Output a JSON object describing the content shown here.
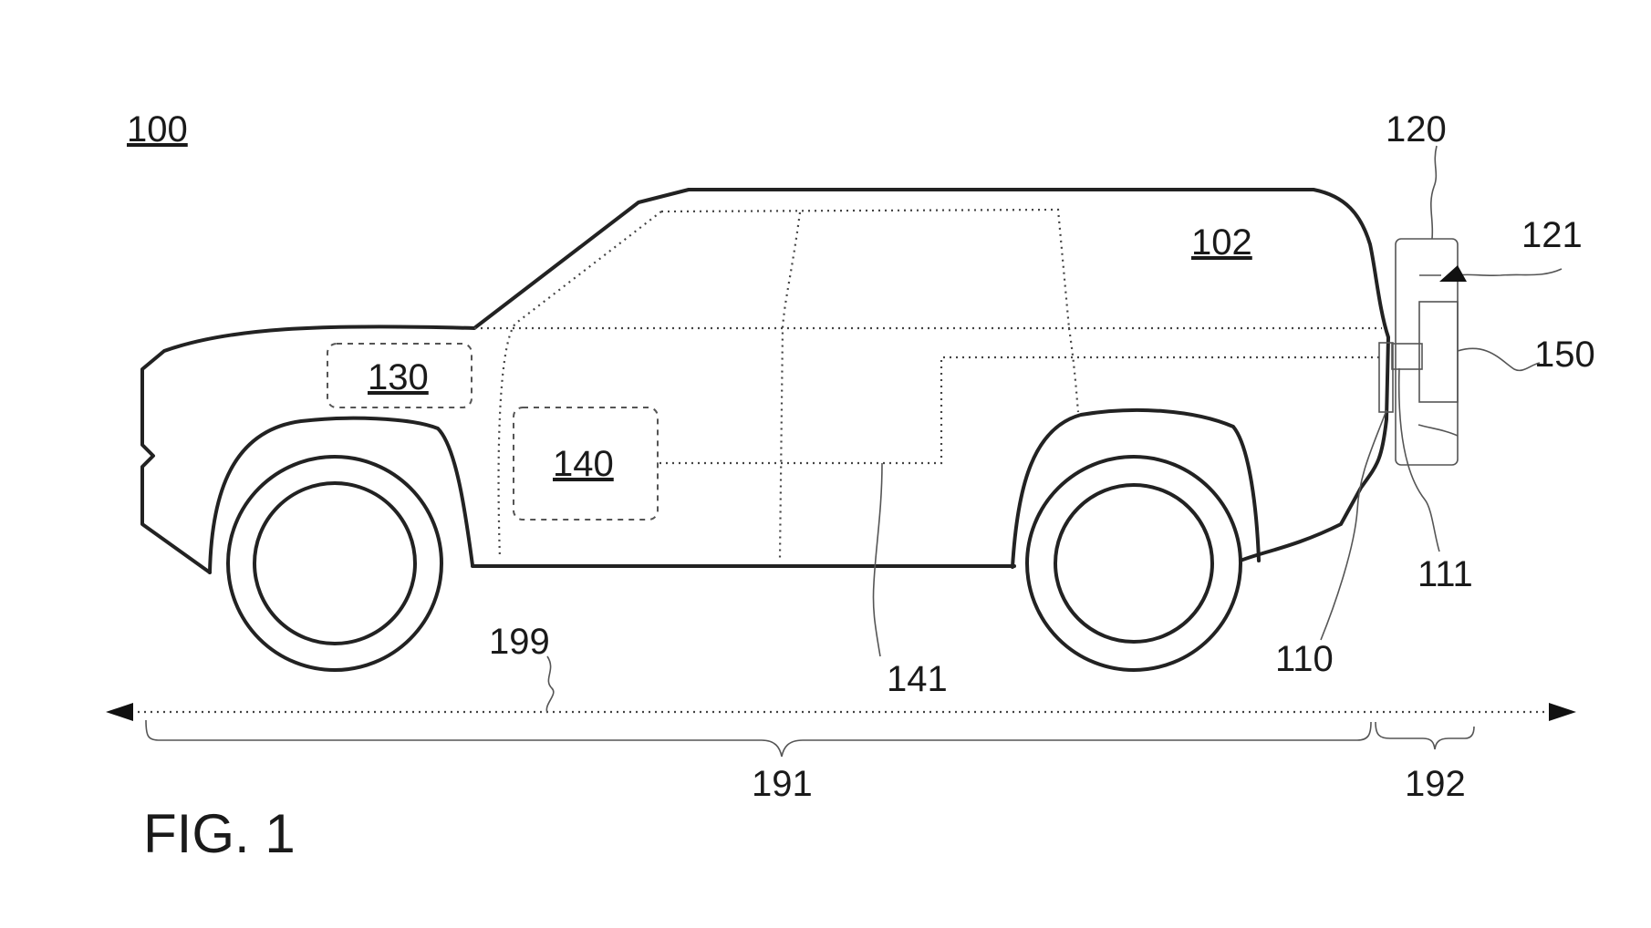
{
  "figure": {
    "caption": "FIG. 1",
    "labels": {
      "vehicle": "100",
      "body": "102",
      "charge_port": "110",
      "port_connector": "111",
      "charger": "120",
      "charge_arrow": "121",
      "unit_130": "130",
      "unit_140": "140",
      "cable_141": "141",
      "module_150": "150",
      "span_191": "191",
      "span_192": "192",
      "axis_199": "199"
    }
  }
}
